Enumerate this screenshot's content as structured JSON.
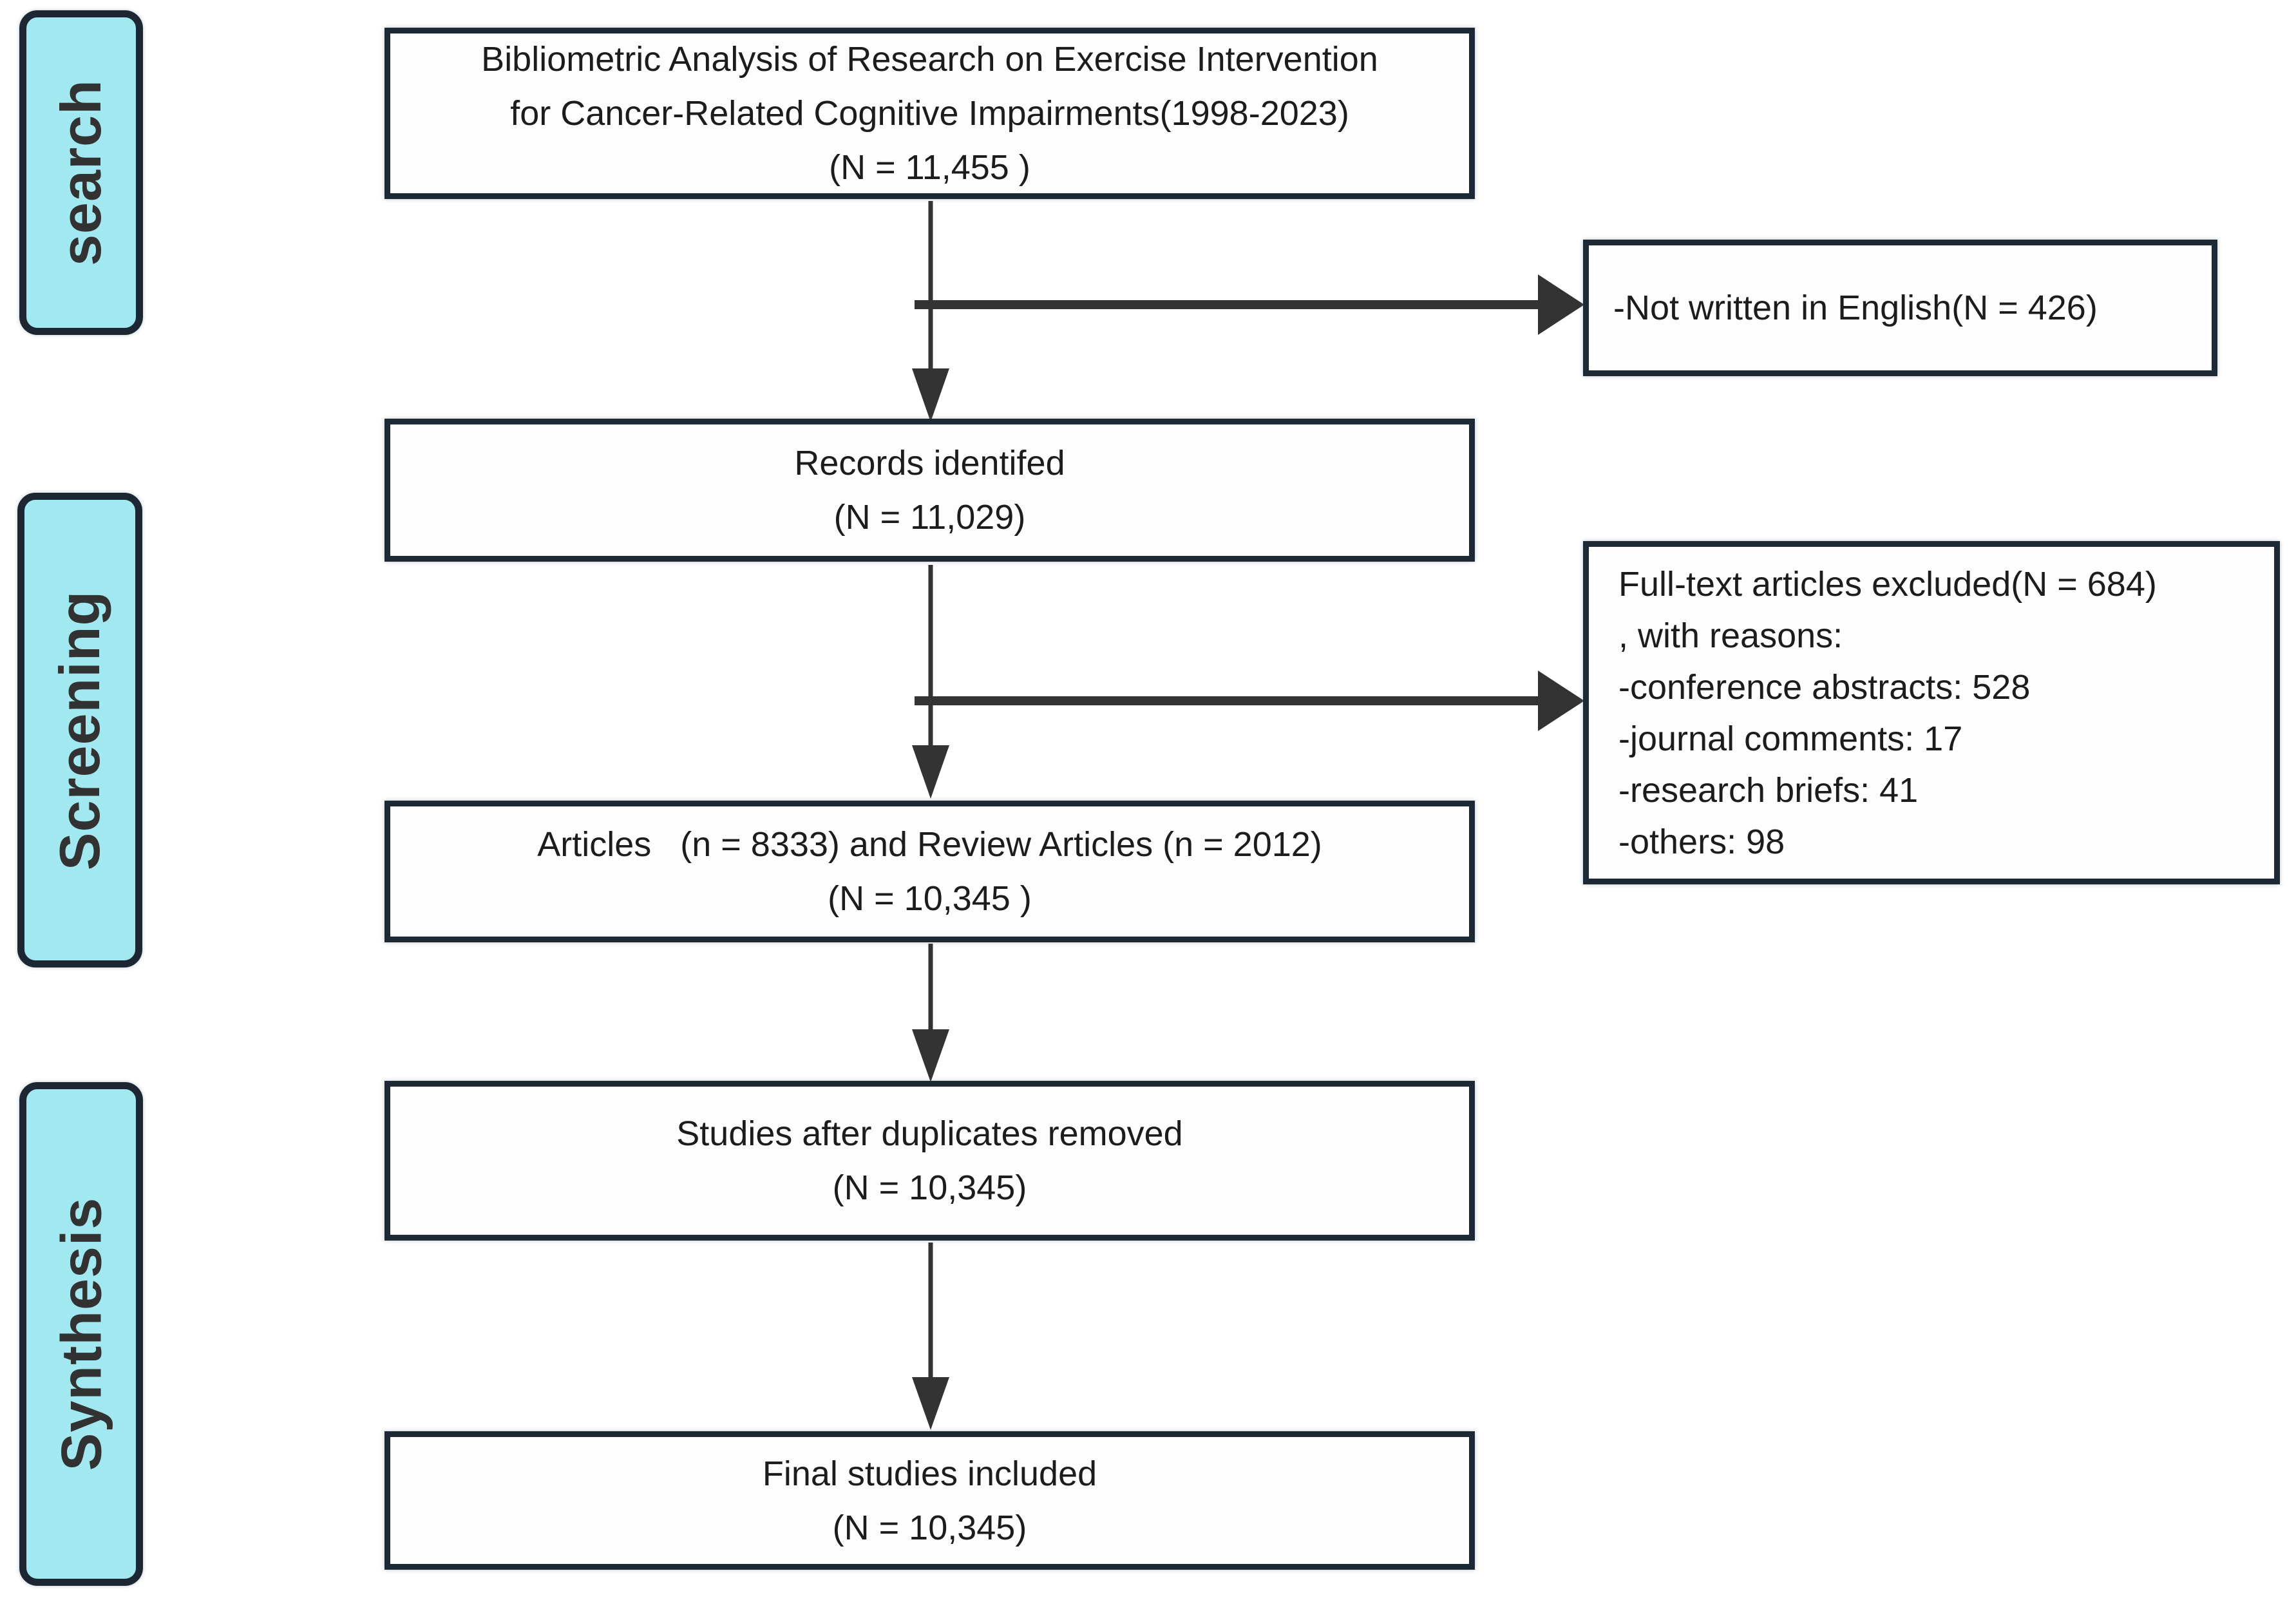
{
  "colors": {
    "phase_fill": "#a2e8f1",
    "phase_border": "#1c2733",
    "box_border": "#1d2935",
    "box_fill": "#fdfdfd",
    "arrow": "#333333",
    "text": "#1c1c1c"
  },
  "phases": [
    {
      "label": "search"
    },
    {
      "label": "Screening"
    },
    {
      "label": "Synthesis"
    }
  ],
  "main_boxes": [
    {
      "id": "identification",
      "lines": [
        "Bibliometric Analysis of Research on Exercise Intervention",
        "for Cancer-Related Cognitive Impairments(1998-2023)",
        "(N = 11,455 )"
      ]
    },
    {
      "id": "records",
      "lines": [
        "Records identifed",
        "(N = 11,029)"
      ]
    },
    {
      "id": "articles",
      "lines": [
        "Articles   (n = 8333) and Review Articles (n = 2012)",
        "(N = 10,345 )"
      ]
    },
    {
      "id": "duplicates",
      "lines": [
        "Studies after duplicates removed",
        "(N = 10,345)"
      ]
    },
    {
      "id": "final",
      "lines": [
        "Final studies included",
        "(N = 10,345)"
      ]
    }
  ],
  "exclusion_boxes": [
    {
      "id": "not-english",
      "lines": [
        "-Not written in English(N = 426)"
      ]
    },
    {
      "id": "fulltext-excluded",
      "lines": [
        "Full-text articles excluded(N = 684)",
        ", with reasons:",
        "-conference abstracts: 528",
        "-journal comments: 17",
        "-research briefs: 41",
        "-others: 98"
      ]
    }
  ]
}
